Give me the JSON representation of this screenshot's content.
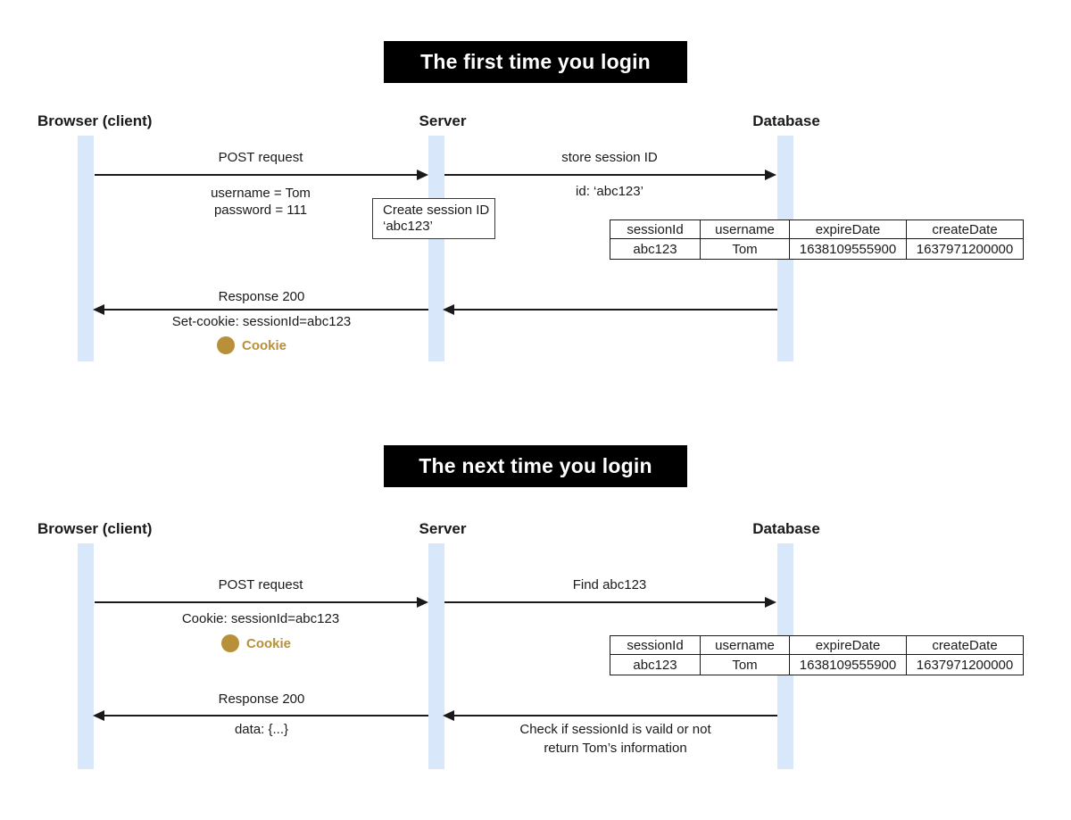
{
  "colors": {
    "lifeline": "#D8E8FA",
    "cookie_gold": "#B8903A",
    "title_bg": "#000000",
    "title_fg": "#FFFFFF",
    "ink": "#1A1A1A"
  },
  "diagram1": {
    "title": "The first time you login",
    "actors": {
      "browser": "Browser (client)",
      "server": "Server",
      "database": "Database"
    },
    "messages": {
      "post_request": "POST request",
      "post_detail_line1": "username = Tom",
      "post_detail_line2": "password = 111",
      "store_session": "store session ID",
      "store_detail": "id: ‘abc123’",
      "server_note_line1": "Create session ID",
      "server_note_line2": "‘abc123’",
      "response": "Response 200",
      "response_detail": "Set-cookie: sessionId=abc123",
      "cookie_label": "Cookie"
    },
    "table": {
      "headers": [
        "sessionId",
        "username",
        "expireDate",
        "createDate"
      ],
      "rows": [
        [
          "abc123",
          "Tom",
          "1638109555900",
          "1637971200000"
        ]
      ]
    }
  },
  "diagram2": {
    "title": "The next time you login",
    "actors": {
      "browser": "Browser (client)",
      "server": "Server",
      "database": "Database"
    },
    "messages": {
      "post_request": "POST request",
      "post_detail": "Cookie: sessionId=abc123",
      "cookie_label": "Cookie",
      "find_session": "Find abc123",
      "response": "Response 200",
      "response_detail": "data: {...}",
      "check_line1": "Check if sessionId is vaild or not",
      "check_line2": "return Tom’s information"
    },
    "table": {
      "headers": [
        "sessionId",
        "username",
        "expireDate",
        "createDate"
      ],
      "rows": [
        [
          "abc123",
          "Tom",
          "1638109555900",
          "1637971200000"
        ]
      ]
    }
  }
}
